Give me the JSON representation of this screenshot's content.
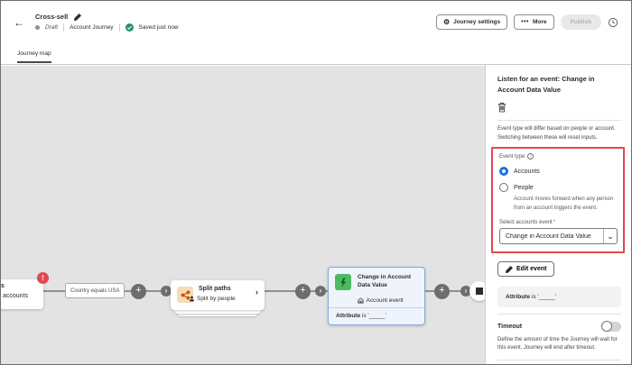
{
  "icons": {
    "back": "←",
    "plus": "+",
    "chevron": "›",
    "more_dots": "•••",
    "gear": "⚙",
    "dropdown": "⌄",
    "info": "i",
    "error": "!"
  },
  "header": {
    "title": "Cross-sell",
    "status": "Draft",
    "journey_type": "Account Journey",
    "saved": "Saved just now",
    "journey_settings": "Journey settings",
    "more": "More",
    "publish": "Publish"
  },
  "tabs": {
    "journey_map": "Journey map"
  },
  "canvas": {
    "read_node": {
      "line1": "s",
      "line2": "accounts"
    },
    "condition": "Country equals USA",
    "split": {
      "title": "Split paths",
      "subtitle": "Split by people"
    },
    "event": {
      "title": "Change in Account Data Value",
      "subtitle": "Account event",
      "attr_bold": "Attribute",
      "attr_rest": "is '_____'"
    }
  },
  "panel": {
    "heading": "Listen for an event: Change in Account Data Value",
    "note": "Event type will differ based on people or account. Switching between these will reset inputs.",
    "event_type": "Event type",
    "accounts": "Accounts",
    "people": "People",
    "people_help": "Account moves forward when any person from an account triggers the event.",
    "select_label": "Select accounts event",
    "required": "*",
    "select_value": "Change in Account Data Value",
    "edit_event": "Edit event",
    "attr_bold": "Attribute",
    "attr_rest": "is '_____'",
    "timeout": "Timeout",
    "timeout_help": "Define the amount of time the Journey will wait for this event. Journey will end after timeout."
  },
  "colors": {
    "accent_blue": "#1473e6",
    "error_red": "#e34850",
    "success_green": "#268e6c",
    "selected_node_border": "#7fa6db",
    "canvas_bg": "#e3e3e3"
  }
}
